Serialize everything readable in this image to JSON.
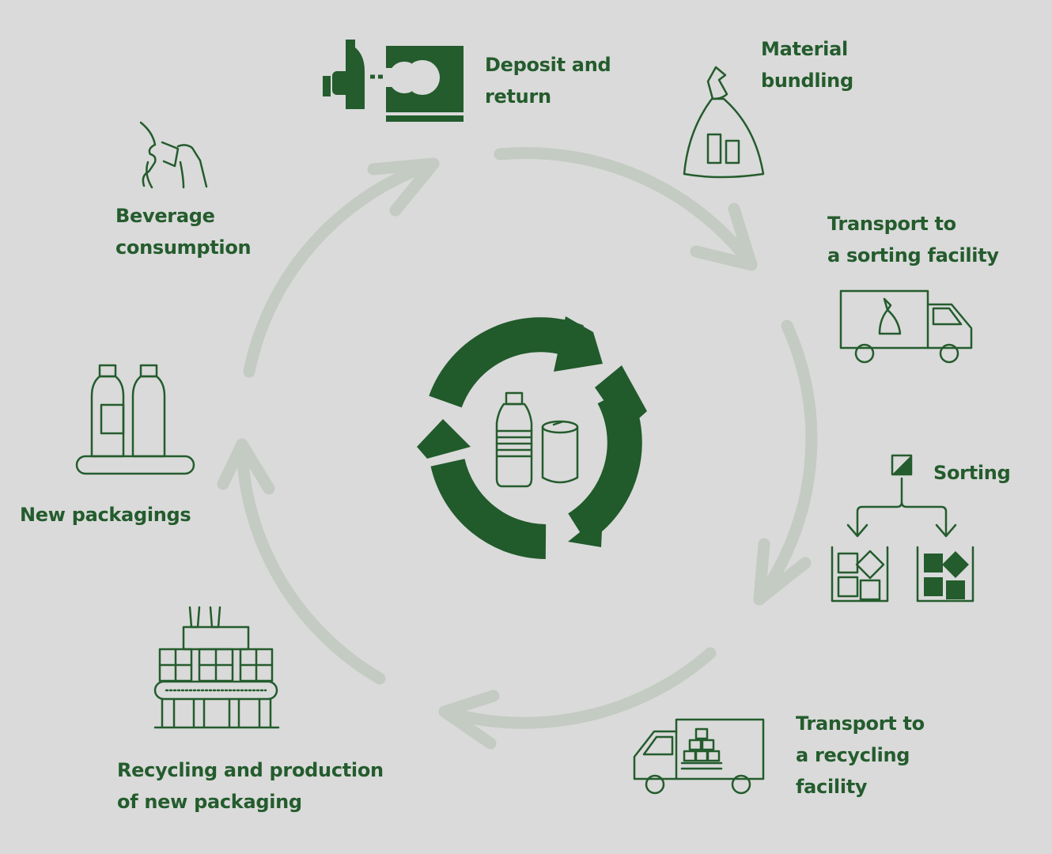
{
  "colors": {
    "background": "#dadada",
    "green": "#245c2d",
    "cycle_arrow": "#c3cbc2"
  },
  "center": {
    "icon": "recycle-bottle-can-icon"
  },
  "steps": [
    {
      "id": "deposit",
      "lines": [
        "Deposit and",
        "return"
      ],
      "icon": "bottle-return-machine-icon"
    },
    {
      "id": "bundling",
      "lines": [
        "Material",
        "bundling"
      ],
      "icon": "bag-icon"
    },
    {
      "id": "transport-sorting",
      "lines": [
        "Transport to",
        "a sorting facility"
      ],
      "icon": "truck-bag-icon"
    },
    {
      "id": "sorting",
      "lines": [
        "Sorting"
      ],
      "icon": "sorting-bins-icon"
    },
    {
      "id": "transport-recycling",
      "lines": [
        "Transport to",
        "a recycling",
        "facility"
      ],
      "icon": "truck-boxes-icon"
    },
    {
      "id": "recycling",
      "lines": [
        "Recycling and production",
        "of new packaging"
      ],
      "icon": "factory-icon"
    },
    {
      "id": "new-packagings",
      "lines": [
        "New packagings"
      ],
      "icon": "bottles-icon"
    },
    {
      "id": "consumption",
      "lines": [
        "Beverage",
        "consumption"
      ],
      "icon": "drinking-person-icon"
    }
  ]
}
